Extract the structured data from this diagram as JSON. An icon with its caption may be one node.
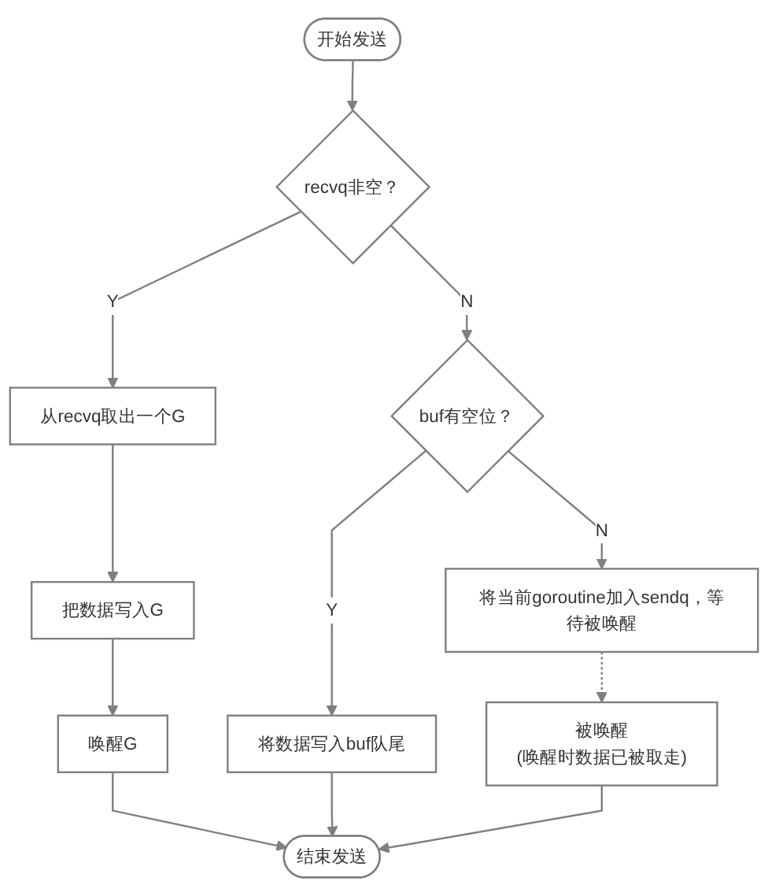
{
  "diagram": {
    "nodes": [
      {
        "text": [
          "开始发送"
        ]
      },
      {
        "text": [
          "从recvq取出一个G"
        ]
      },
      {
        "text": [
          "recvq非空？"
        ]
      },
      {
        "text": [
          "把数据写入G"
        ]
      },
      {
        "text": [
          "buf有空位？"
        ]
      },
      {
        "text": [
          "将当前goroutine加入sendq，等待被唤醒"
        ]
      },
      {
        "text": [
          "唤醒G"
        ]
      },
      {
        "text": [
          "将数据写入buf队尾"
        ]
      },
      {
        "text": [
          "被唤醒",
          "(唤醒时数据已被取走)"
        ]
      },
      {
        "text": [
          "结束发送"
        ]
      }
    ],
    "edges": [
      {
        "from": 0,
        "to": 2,
        "arrow": "to"
      },
      {
        "from": 2,
        "to": 1,
        "arrow": "to",
        "label": "Y"
      },
      {
        "from": 2,
        "to": 4,
        "arrow": "to",
        "label": "N"
      },
      {
        "from": 1,
        "to": 3,
        "arrow": "to"
      },
      {
        "from": 3,
        "to": 6,
        "arrow": "to"
      },
      {
        "from": 4,
        "to": 5,
        "arrow": "to",
        "label": "N"
      },
      {
        "from": 4,
        "to": 7,
        "arrow": "to",
        "label": "Y"
      },
      {
        "from": 5,
        "to": 8,
        "arrow": "to",
        "style": "dashed"
      },
      {
        "from": 6,
        "to": 9,
        "arrow": "to"
      },
      {
        "from": 7,
        "to": 9,
        "arrow": "to"
      },
      {
        "from": 8,
        "to": 9,
        "arrow": "to"
      }
    ]
  }
}
